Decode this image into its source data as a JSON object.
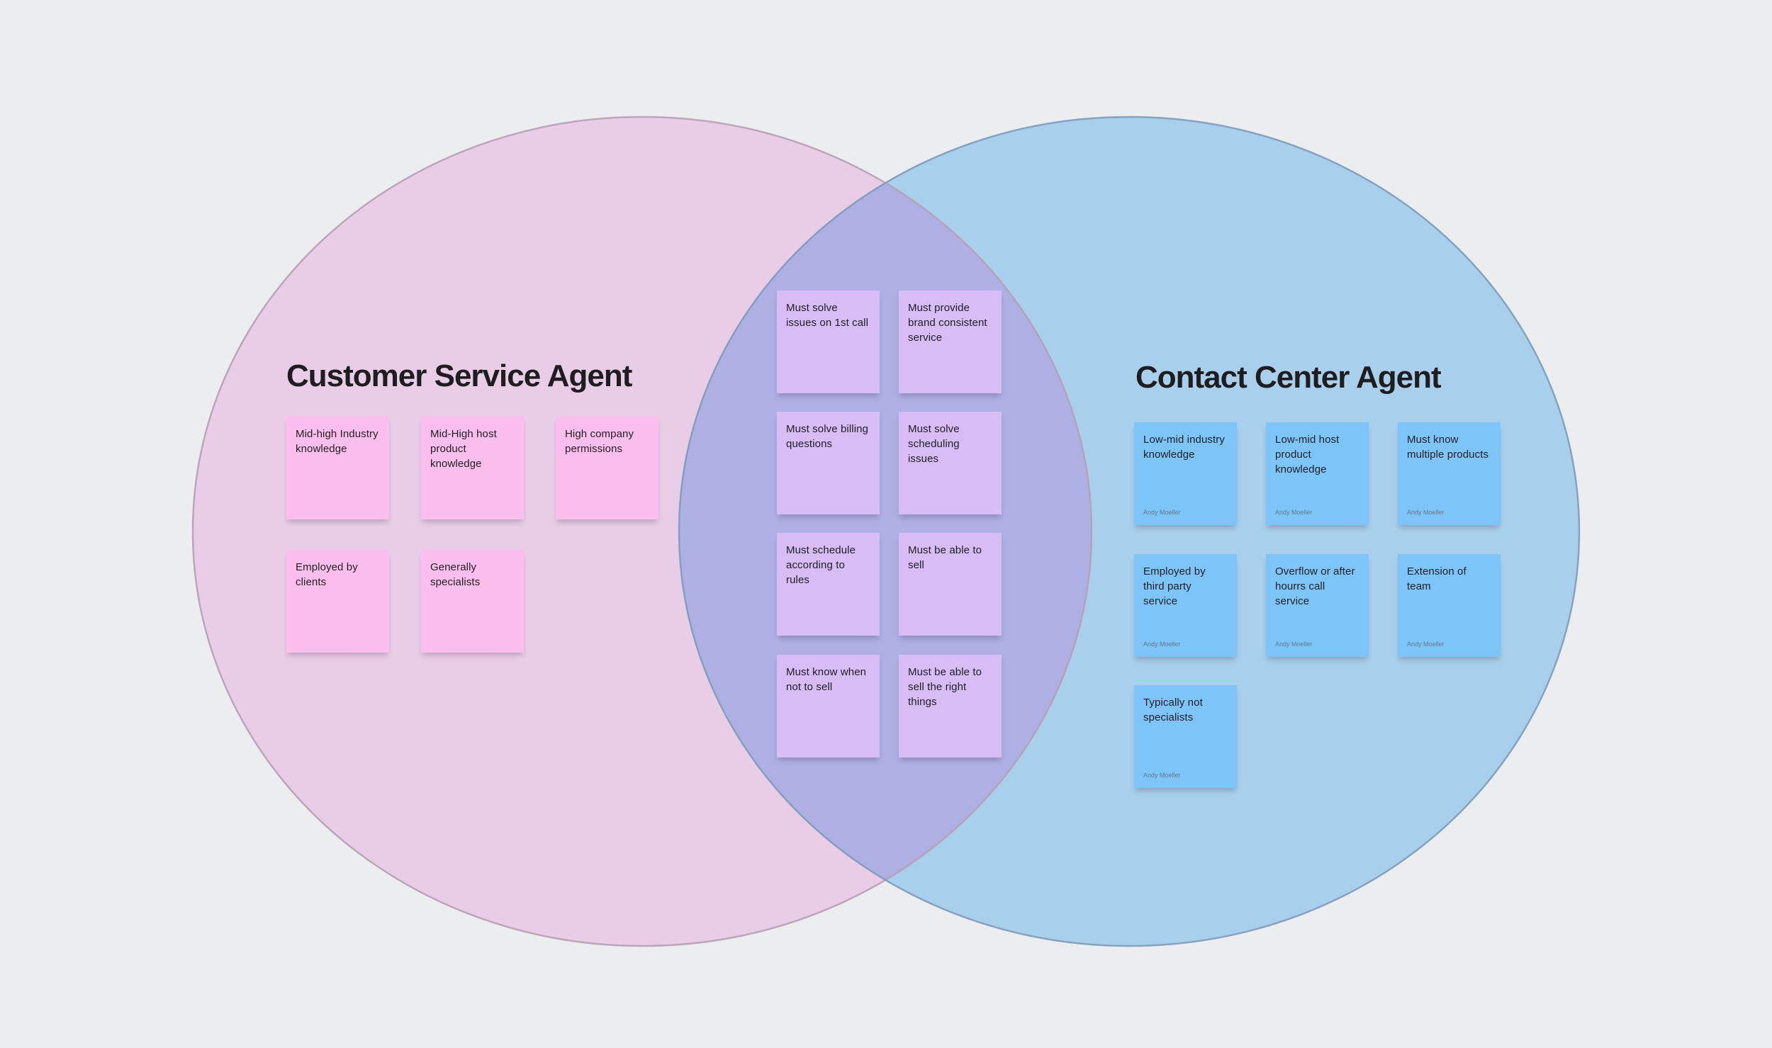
{
  "board": {
    "background_color": "#ECEDEE"
  },
  "venn": {
    "left_circle": {
      "fill": "#E9CDE7",
      "stroke": "#B7A0B4"
    },
    "right_circle": {
      "fill": "#A8CFEB",
      "stroke": "#7D9CBB"
    },
    "overlap": {
      "fill": "#AEAFE2"
    }
  },
  "sections": {
    "left": {
      "title": "Customer Service Agent",
      "note_color": "#FCBEEC",
      "notes": [
        {
          "text": "Mid-high Industry knowledge"
        },
        {
          "text": "Mid-High host product knowledge"
        },
        {
          "text": "High company permissions"
        },
        {
          "text": "Employed by clients"
        },
        {
          "text": "Generally specialists"
        }
      ]
    },
    "overlap": {
      "note_color": "#D8BCF6",
      "notes": [
        {
          "text": "Must solve issues on 1st call"
        },
        {
          "text": "Must provide brand consistent service"
        },
        {
          "text": "Must solve billing questions"
        },
        {
          "text": "Must solve scheduling issues"
        },
        {
          "text": "Must schedule according to rules"
        },
        {
          "text": "Must be able to sell"
        },
        {
          "text": "Must know when not to sell"
        },
        {
          "text": "Must be able to sell the right things"
        }
      ]
    },
    "right": {
      "title": "Contact Center Agent",
      "note_color": "#7DC5F9",
      "notes": [
        {
          "text": "Low-mid industry knowledge",
          "author": "Andy Moeller"
        },
        {
          "text": "Low-mid host product knowledge",
          "author": "Andy Moeller"
        },
        {
          "text": "Must know multiple products",
          "author": "Andy Moeller"
        },
        {
          "text": "Employed by third party service",
          "author": "Andy Moeller"
        },
        {
          "text": "Overflow or after hourrs call service",
          "author": "Andy Moeller"
        },
        {
          "text": "Extension of team",
          "author": "Andy Moeller"
        },
        {
          "text": "Typically not specialists",
          "author": "Andy Moeller"
        }
      ]
    }
  }
}
